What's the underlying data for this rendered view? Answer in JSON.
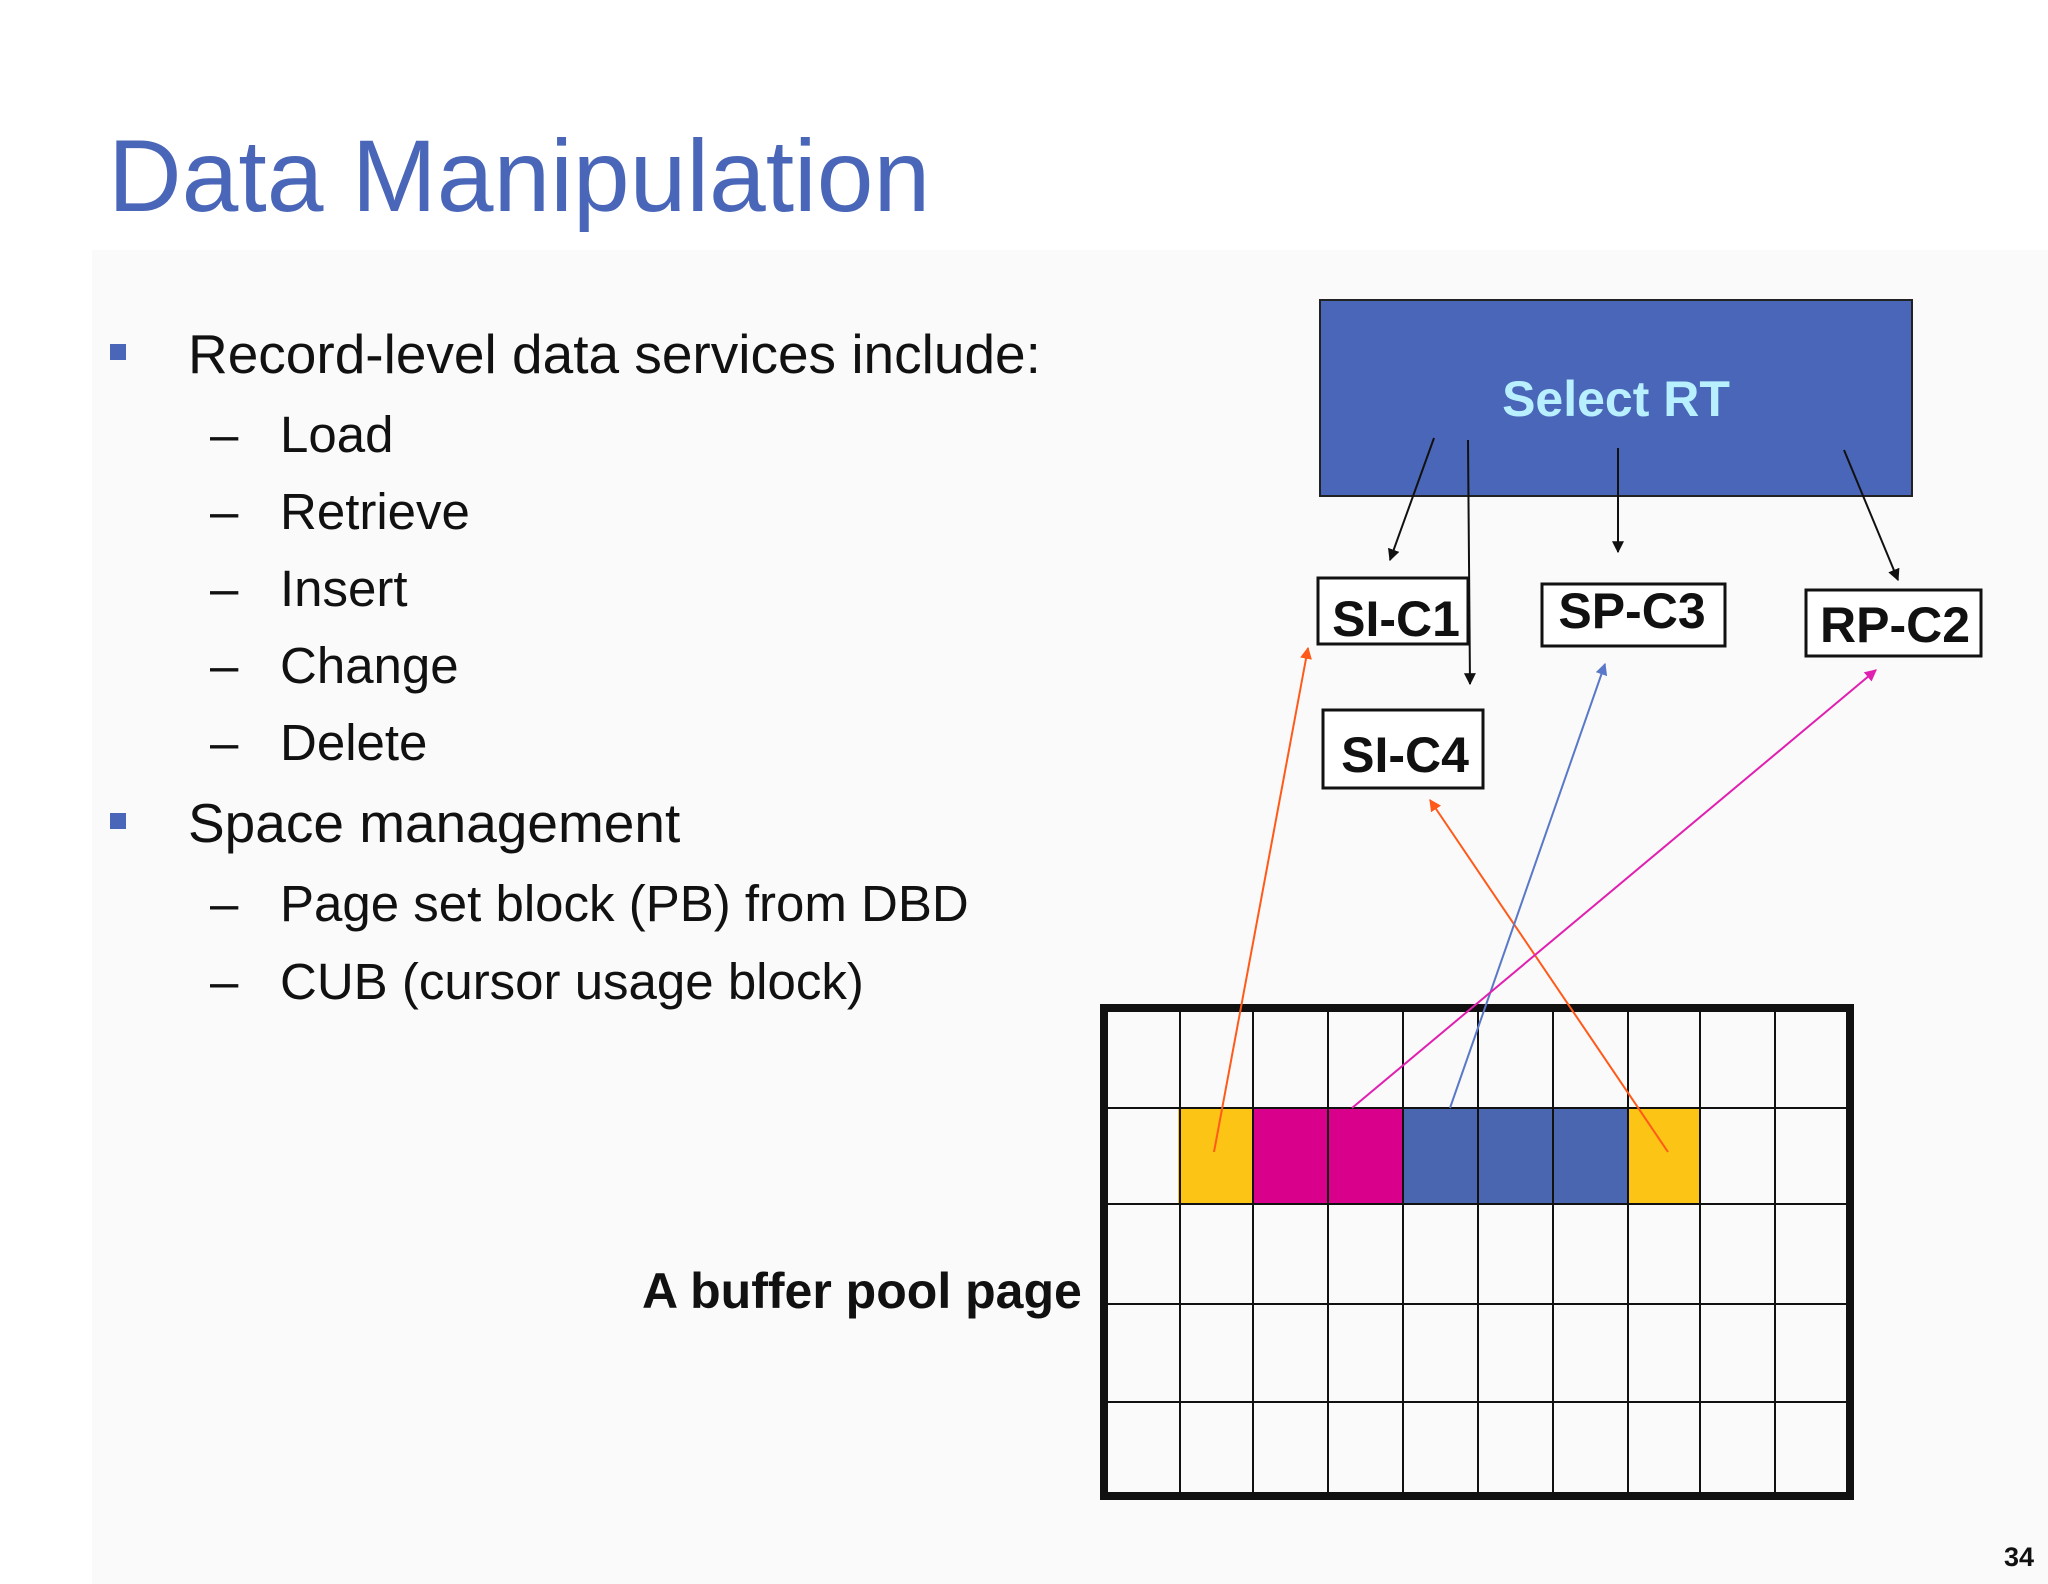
{
  "slide": {
    "title": "Data Manipulation",
    "bullets": [
      {
        "text": "Record-level data services include:",
        "items": [
          "Load",
          "Retrieve",
          "Insert",
          "Change",
          "Delete"
        ]
      },
      {
        "text": "Space management",
        "items": [
          "Page set block (PB) from DBD",
          "CUB (cursor usage block)"
        ]
      }
    ],
    "page_number": "34"
  },
  "diagram": {
    "root_label": "Select RT",
    "nodes": [
      "SI-C1",
      "SP-C3",
      "RP-C2",
      "SI-C4"
    ],
    "caption": "A buffer pool page"
  },
  "colors": {
    "title": "#4a66b8",
    "root_fill": "#4a66b8",
    "root_text": "#b8f0ff",
    "yellow": "#fcc414",
    "magenta": "#d9008c",
    "blue": "#4a66b0",
    "orange_arrow": "#ff5a1a",
    "blue_arrow": "#5a78c8",
    "magenta_arrow": "#e020b0"
  }
}
